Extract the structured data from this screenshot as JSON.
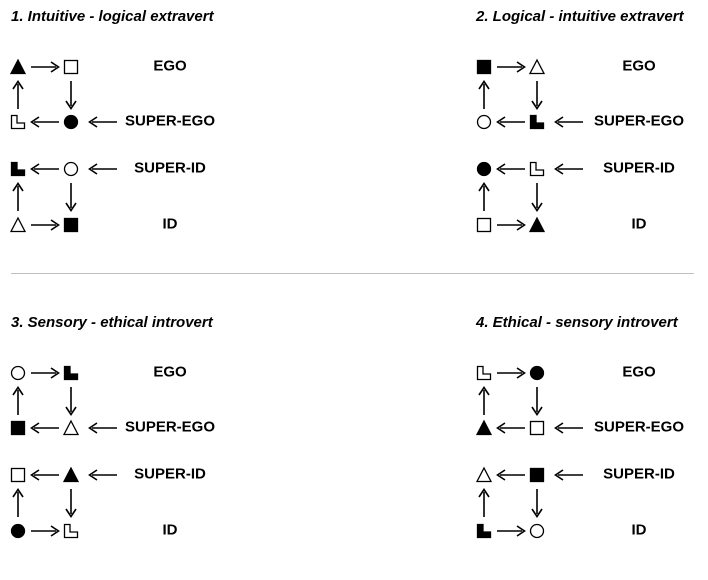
{
  "panels": [
    {
      "title": "1. Intuitive - logical extravert",
      "labels": {
        "ego": "EGO",
        "super_ego": "SUPER-EGO",
        "super_id": "SUPER-ID",
        "id": "ID"
      },
      "ego": [
        "black-triangle-icon",
        "white-square-icon"
      ],
      "super_ego": [
        "white-corner-icon",
        "black-circle-icon"
      ],
      "super_id": [
        "black-corner-icon",
        "white-circle-icon"
      ],
      "id": [
        "white-triangle-icon",
        "black-square-icon"
      ]
    },
    {
      "title": "2. Logical - intuitive extravert",
      "labels": {
        "ego": "EGO",
        "super_ego": "SUPER-EGO",
        "super_id": "SUPER-ID",
        "id": "ID"
      },
      "ego": [
        "black-square-icon",
        "white-triangle-icon"
      ],
      "super_ego": [
        "white-circle-icon",
        "black-corner-icon"
      ],
      "super_id": [
        "black-circle-icon",
        "white-corner-icon"
      ],
      "id": [
        "white-square-icon",
        "black-triangle-icon"
      ]
    },
    {
      "title": "3. Sensory - ethical introvert",
      "labels": {
        "ego": "EGO",
        "super_ego": "SUPER-EGO",
        "super_id": "SUPER-ID",
        "id": "ID"
      },
      "ego": [
        "white-circle-icon",
        "black-corner-icon"
      ],
      "super_ego": [
        "black-square-icon",
        "white-triangle-icon"
      ],
      "super_id": [
        "white-square-icon",
        "black-triangle-icon"
      ],
      "id": [
        "black-circle-icon",
        "white-corner-icon"
      ]
    },
    {
      "title": "4. Ethical - sensory introvert",
      "labels": {
        "ego": "EGO",
        "super_ego": "SUPER-EGO",
        "super_id": "SUPER-ID",
        "id": "ID"
      },
      "ego": [
        "white-corner-icon",
        "black-circle-icon"
      ],
      "super_ego": [
        "black-triangle-icon",
        "white-square-icon"
      ],
      "super_id": [
        "white-triangle-icon",
        "black-square-icon"
      ],
      "id": [
        "black-corner-icon",
        "white-circle-icon"
      ]
    }
  ]
}
